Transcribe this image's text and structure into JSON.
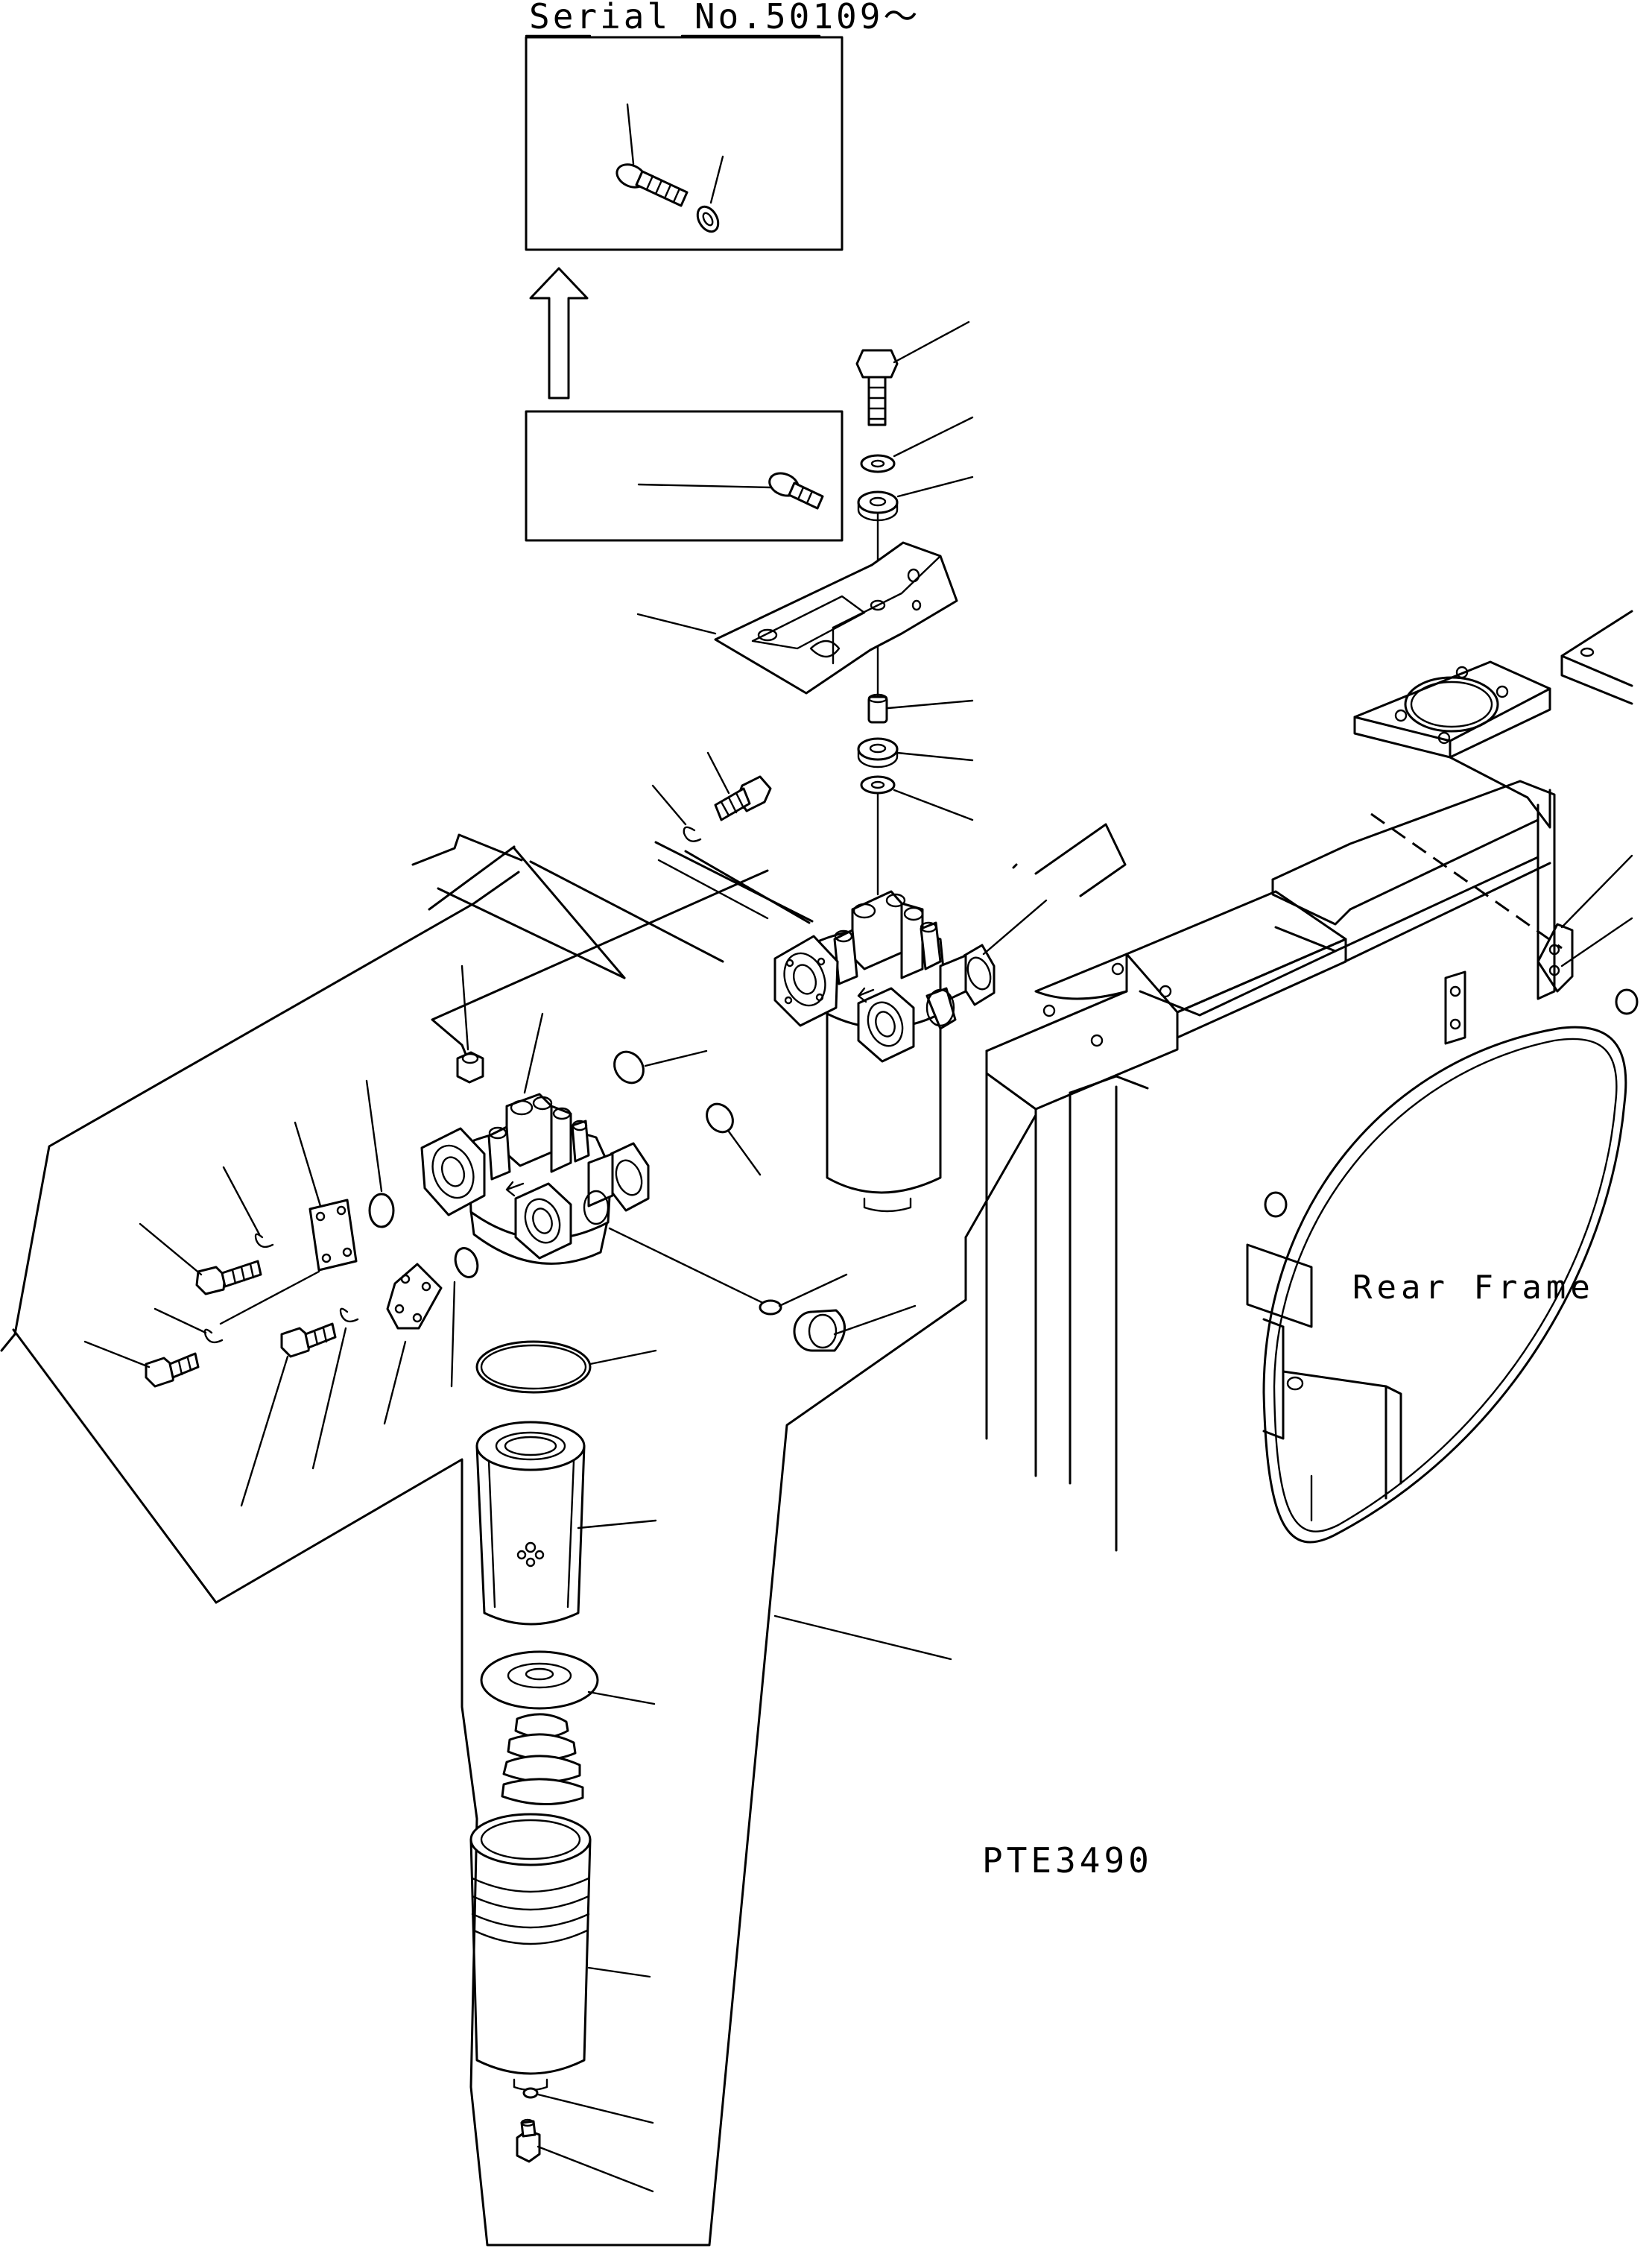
{
  "labels": {
    "serial": "Serial No.50109～",
    "rear_frame": "Rear Frame",
    "drawing_code": "PTE3490"
  },
  "colors": {
    "ink": "#000000",
    "paper": "#ffffff"
  }
}
